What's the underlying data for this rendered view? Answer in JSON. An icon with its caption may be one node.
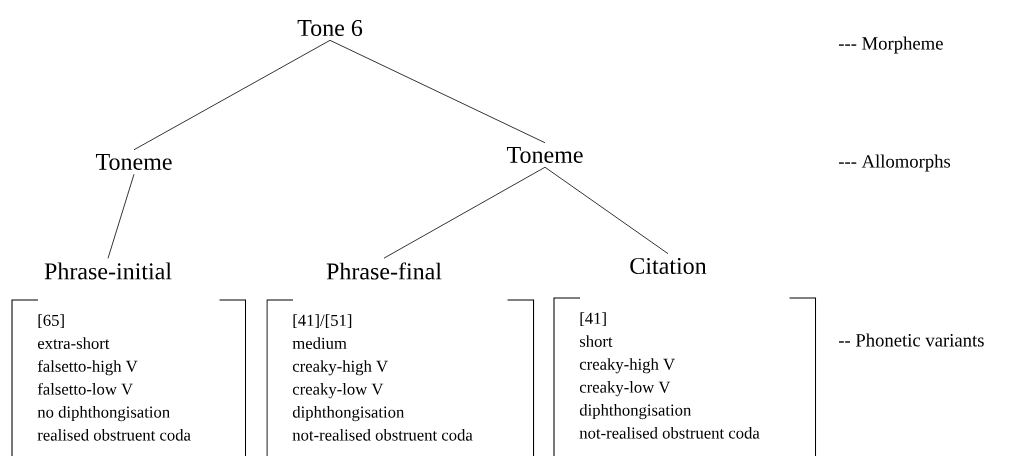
{
  "diagram": {
    "nodes": [
      {
        "text": [
          "Tone 6"
        ]
      },
      {
        "text": [
          "Toneme"
        ]
      },
      {
        "text": [
          "Toneme"
        ]
      },
      {
        "text": [
          "Phrase-initial"
        ]
      },
      {
        "text": [
          "Phrase-final"
        ]
      },
      {
        "text": [
          "Citation"
        ]
      },
      {
        "text": [
          "[65]",
          "extra-short",
          "falsetto-high V",
          "falsetto-low V",
          "no diphthongisation",
          "realised obstruent coda"
        ]
      },
      {
        "text": [
          "[41]/[51]",
          "medium",
          "creaky-high V",
          "creaky-low V",
          "diphthongisation",
          "not-realised obstruent coda"
        ]
      },
      {
        "text": [
          "[41]",
          "short",
          "creaky-high V",
          "creaky-low V",
          "diphthongisation",
          "not-realised obstruent coda"
        ]
      }
    ],
    "edges": [
      {
        "from": 0,
        "to": 1,
        "arrow": "none"
      },
      {
        "from": 0,
        "to": 2,
        "arrow": "none"
      },
      {
        "from": 1,
        "to": 3,
        "arrow": "none"
      },
      {
        "from": 2,
        "to": 4,
        "arrow": "none"
      },
      {
        "from": 2,
        "to": 5,
        "arrow": "none"
      }
    ],
    "labels": [
      "--- Morpheme",
      "--- Allomorphs",
      "-- Phonetic variants"
    ]
  }
}
